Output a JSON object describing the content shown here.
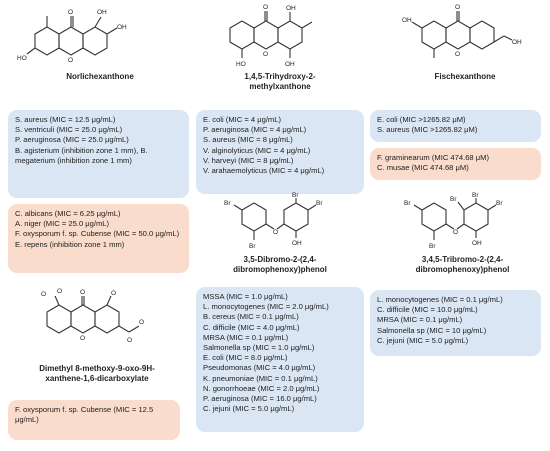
{
  "compounds": {
    "norlichexanthone": {
      "name": "Norlichexanthone",
      "atoms": [
        "OH",
        "OH",
        "HO",
        "O",
        "O"
      ],
      "blue": [
        "S. aureus (MIC = 12.5 μg/mL)",
        "S. ventriculi (MIC = 25.0 μg/mL)",
        "P. aeruginosa (MIC = 25.0 μg/mL)",
        "B. agisterium (inhibition zone 1 mm), B. megaterium (inhibition zone 1 mm)"
      ],
      "orange": [
        "C. albicans (MIC = 6.25 μg/mL)",
        "A. niger (MIC = 25.0 μg/mL)",
        "F. oxysporum f. sp. Cubense (MIC = 50.0 μg/mL)",
        "E. repens (inhibition zone 1 mm)"
      ]
    },
    "trihydroxy": {
      "name": "1,4,5-Trihydroxy-2-methylxanthone",
      "atoms": [
        "O",
        "OH",
        "O",
        "HO",
        "OH"
      ],
      "blue": [
        "E. coli (MIC = 4 μg/mL)",
        "P. aeruginosa (MIC = 4 μg/mL)",
        "S. aureus (MIC = 8 μg/mL)",
        "V. alginolyticus (MIC = 4 μg/mL)",
        "V. harveyi (MIC = 8 μg/mL)",
        "V. arahaemolyticus (MIC = 4 μg/mL)"
      ]
    },
    "fischexanthone": {
      "name": "Fischexanthone",
      "atoms": [
        "O",
        "OH",
        "O",
        "OH"
      ],
      "blue": [
        "E. coli (MIC >1265.82 μM)",
        "S. aureus (MIC >1265.82 μM)"
      ],
      "orange": [
        "F. graminearum (MIC 474.68 μM)",
        "C. musae (MIC 474.68 μM)"
      ]
    },
    "dibromo": {
      "name": "3,5-Dibromo-2-(2,4-dibromophenoxy)phenol",
      "atoms": [
        "Br",
        "Br",
        "Br",
        "O",
        "Br",
        "OH"
      ],
      "blue": [
        "MSSA (MIC = 1.0 μg/mL)",
        "L. monocytogenes (MIC = 2.0 μg/mL)",
        "B. cereus (MIC = 0.1 μg/mL)",
        "C. difficile (MIC = 4.0 μg/mL)",
        "MRSA (MIC = 0.1 μg/mL)",
        "Salmonella sp (MIC = 1.0 μg/mL)",
        "E. coli (MIC = 8.0 μg/mL)",
        "Pseudomonas (MIC = 4.0 μg/mL)",
        "K. pneumoniae (MIC = 0.1 μg/mL)",
        "N. gonorrhoeae (MIC = 2.0 μg/mL)",
        "P. aeruginosa (MIC = 16.0 μg/mL)",
        "C. jejuni (MIC = 5.0 μg/mL)"
      ]
    },
    "tribromo": {
      "name": "3,4,5-Tribromo-2-(2,4-dibromophenoxy)phenol",
      "atoms": [
        "Br",
        "Br",
        "Br",
        "Br",
        "O",
        "Br",
        "OH"
      ],
      "blue": [
        "L. monocytogenes (MIC = 0.1 μg/mL)",
        "C. difficile (MIC = 10.0 μg/mL)",
        "MRSA (MIC = 0.1 μg/mL)",
        "Salmonella sp (MIC = 10 μg/mL)",
        "C. jejuni (MIC = 5.0 μg/mL)"
      ]
    },
    "dimethyl": {
      "name": "Dimethyl 8-methoxy-9-oxo-9H-xanthene-1,6-dicarboxylate",
      "atoms": [
        "O",
        "O",
        "O",
        "O",
        "O",
        "O",
        "O"
      ],
      "orange": [
        "F. oxysporum f. sp. Cubense (MIC = 12.5 μg/mL)"
      ]
    }
  },
  "colors": {
    "blue_box": "#dae6f3",
    "orange_box": "#f9dccb"
  }
}
